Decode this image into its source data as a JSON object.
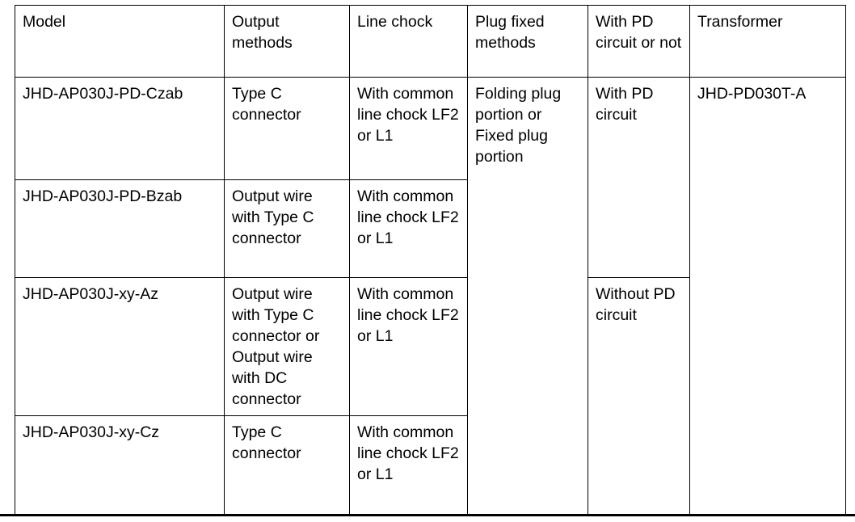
{
  "table": {
    "headers": [
      "Model",
      "Output methods",
      "Line chock",
      "Plug fixed methods",
      "With PD circuit or not",
      "Transformer"
    ],
    "rows": [
      {
        "model": "JHD-AP030J-PD-Czab",
        "output_methods": "Type C connector",
        "line_chock": "With common line chock LF2 or L1",
        "plug_fixed_methods": "Folding plug portion or Fixed plug portion",
        "pd_circuit": "With PD circuit",
        "transformer": "JHD-PD030T-A"
      },
      {
        "model": "JHD-AP030J-PD-Bzab",
        "output_methods": "Output wire with Type C connector",
        "line_chock": "With common line chock LF2 or L1"
      },
      {
        "model": "JHD-AP030J-xy-Az",
        "output_methods": "Output wire with Type C connector or Output wire with DC connector",
        "line_chock": "With common line chock LF2 or L1",
        "pd_circuit": "Without PD circuit"
      },
      {
        "model": "JHD-AP030J-xy-Cz",
        "output_methods": "Type C connector",
        "line_chock": "With common line chock LF2 or L1"
      }
    ]
  },
  "colors": {
    "border": "#000000",
    "text": "#000000",
    "background": "#ffffff"
  }
}
